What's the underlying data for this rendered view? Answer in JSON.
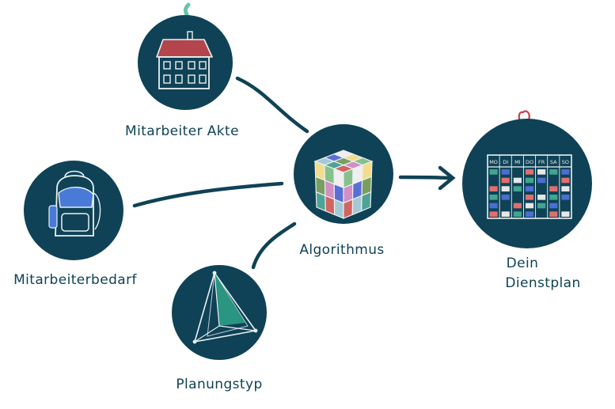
{
  "nodes": {
    "akte": {
      "label": "Mitarbeiter Akte",
      "icon": "house-icon"
    },
    "bedarf": {
      "label": "Mitarbeiterbedarf",
      "icon": "backpack-icon"
    },
    "planung": {
      "label": "Planungstyp",
      "icon": "triangle-pyramid-icon"
    },
    "algorithmus": {
      "label": "Algorithmus",
      "icon": "rubiks-cube-icon"
    },
    "dienstplan": {
      "label_line1": "Dein",
      "label_line2": "Dienstplan",
      "icon": "calendar-icon",
      "weekdays": [
        "MO",
        "DI",
        "MI",
        "DO",
        "FR",
        "SA",
        "SO"
      ]
    }
  },
  "colors": {
    "disc": "#0f4256",
    "chalk": "#e9f1f1",
    "label": "#0f4256",
    "roof": "#d0454a",
    "smoke": "#4cb7a2",
    "heart": "#c9434f",
    "pack_blue": "#4a7ad8",
    "pyramid_green": "#2e9e86",
    "cube_tiles": [
      "#f1eef0",
      "#d38ec2",
      "#4ea398",
      "#f2dd8e",
      "#5a6fd6",
      "#d36461",
      "#86c08b",
      "#7a9e5f",
      "#a5c9d4"
    ],
    "calendar_tiles": [
      "#42a58f",
      "#e06f6f",
      "#4a6fd0",
      "#e7e7e7"
    ]
  }
}
